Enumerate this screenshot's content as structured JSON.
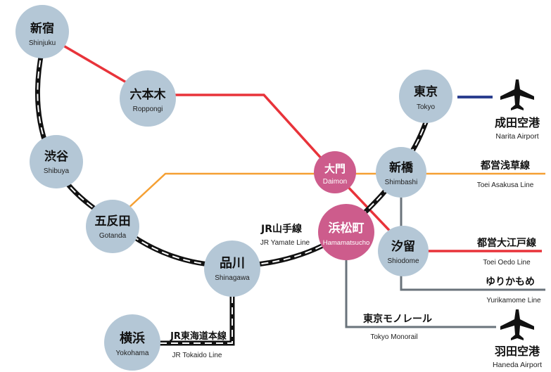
{
  "stations": {
    "shinjuku": {
      "jp": "新宿",
      "en": "Shinjuku"
    },
    "roppongi": {
      "jp": "六本木",
      "en": "Roppongi"
    },
    "shibuya": {
      "jp": "渋谷",
      "en": "Shibuya"
    },
    "gotanda": {
      "jp": "五反田",
      "en": "Gotanda"
    },
    "shinagawa": {
      "jp": "品川",
      "en": "Shinagawa"
    },
    "yokohama": {
      "jp": "横浜",
      "en": "Yokohama"
    },
    "tokyo": {
      "jp": "東京",
      "en": "Tokyo"
    },
    "daimon": {
      "jp": "大門",
      "en": "Daimon"
    },
    "hamamatsucho": {
      "jp": "浜松町",
      "en": "Hamamatsucho"
    },
    "shimbashi": {
      "jp": "新橋",
      "en": "Shimbashi"
    },
    "shiodome": {
      "jp": "汐留",
      "en": "Shiodome"
    }
  },
  "airports": {
    "narita": {
      "jp": "成田空港",
      "en": "Narita Airport",
      "icon": "airplane-icon"
    },
    "haneda": {
      "jp": "羽田空港",
      "en": "Haneda Airport",
      "icon": "airplane-icon"
    }
  },
  "lines": {
    "yamanote": {
      "jp": "JR山手線",
      "en": "JR Yamate Line",
      "color": "#111111"
    },
    "tokaido": {
      "jp": "JR東海道本線",
      "en": "JR Tokaido Line",
      "color": "#111111"
    },
    "asakusa": {
      "jp": "都営浅草線",
      "en": "Toei Asakusa Line",
      "color": "#f5a033"
    },
    "oedo": {
      "jp": "都営大江戸線",
      "en": "Toei Oedo Line",
      "color": "#e8333a"
    },
    "yurikamome": {
      "jp": "ゆりかもめ",
      "en": "Yurikamome Line",
      "color": "#6a737b"
    },
    "monorail": {
      "jp": "東京モノレール",
      "en": "Tokyo Monorail",
      "color": "#6a737b"
    },
    "narita_link": {
      "color": "#2b3f8f"
    }
  },
  "colors": {
    "station_fill": "#b4c7d6",
    "highlight_station_fill": "#cd5c8c"
  }
}
